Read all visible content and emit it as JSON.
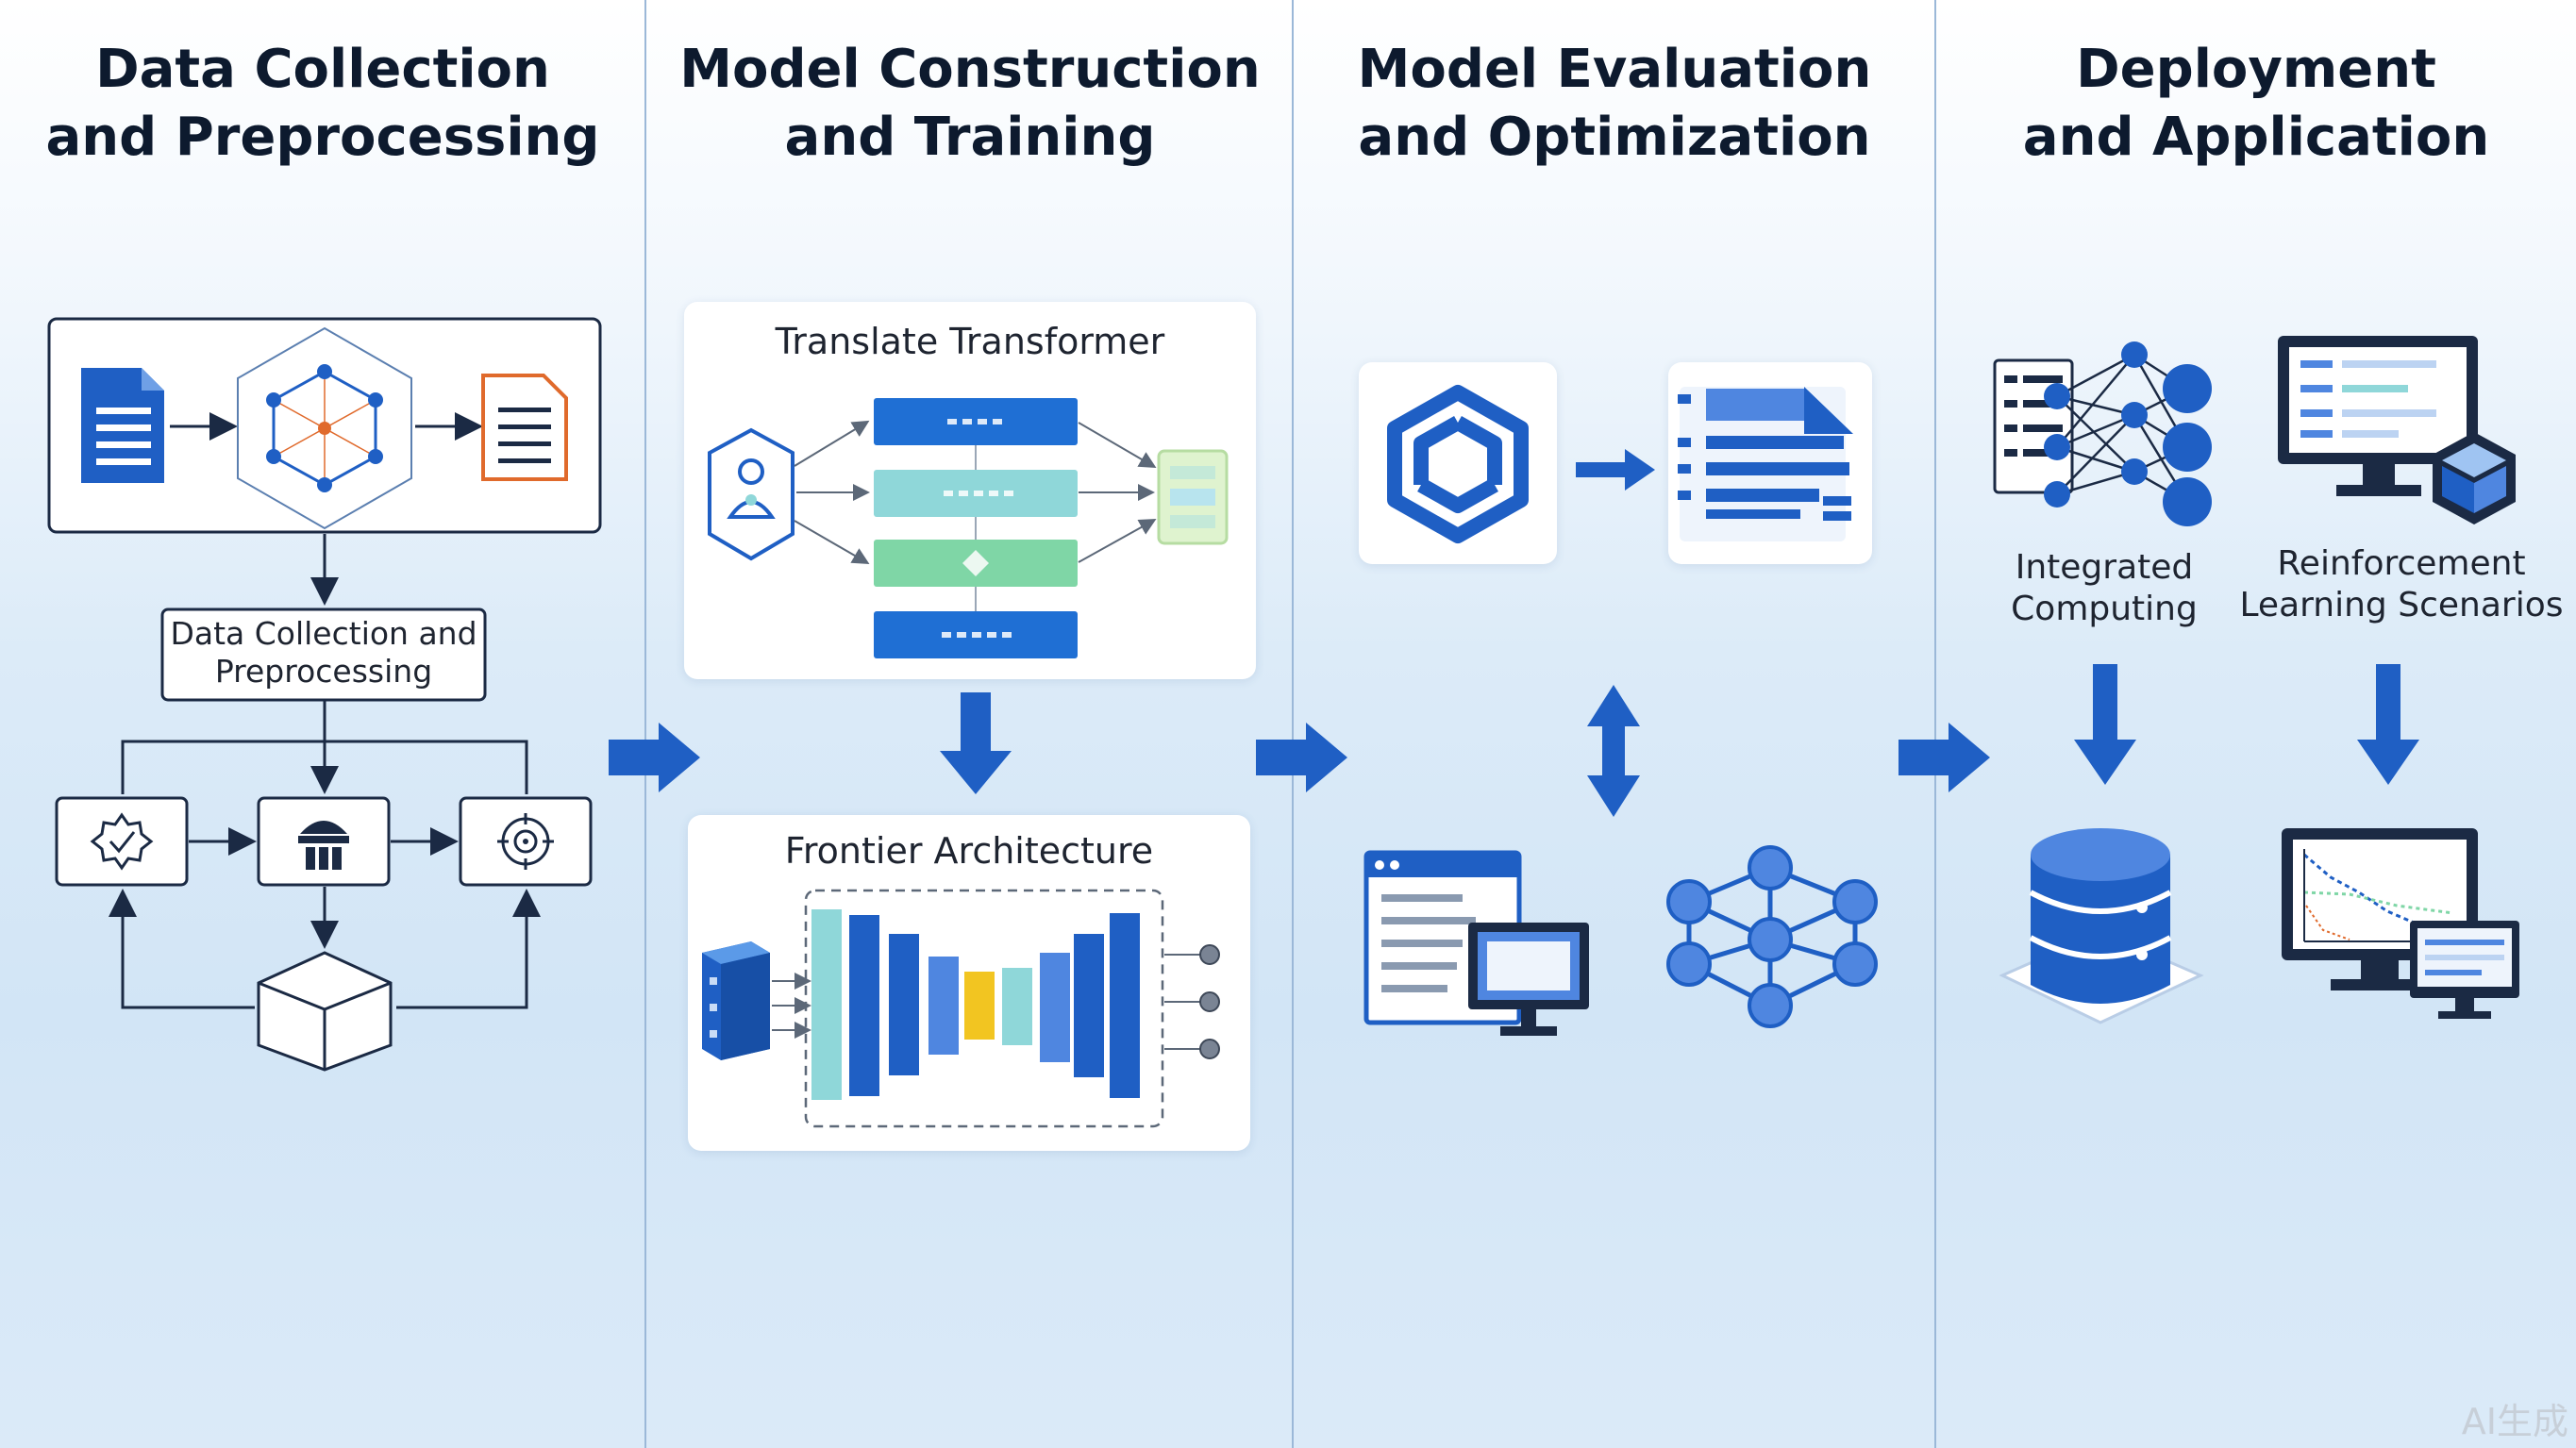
{
  "stages": [
    {
      "title_line1": "Data Collection",
      "title_line2": "and Preprocessing"
    },
    {
      "title_line1": "Model Construction",
      "title_line2": "and Training"
    },
    {
      "title_line1": "Model Evaluation",
      "title_line2": "and Optimization"
    },
    {
      "title_line1": "Deployment",
      "title_line2": "and Application"
    }
  ],
  "data_stage": {
    "process_label_line1": "Data Collection and",
    "process_label_line2": "Preprocessing"
  },
  "model_stage": {
    "transformer_label": "Translate Transformer",
    "frontier_label": "Frontier Architecture"
  },
  "deploy_stage": {
    "integrated_line1": "Integrated",
    "integrated_line2": "Computing",
    "reinforcement_line1": "Reinforcement",
    "reinforcement_line2": "Learning Scenarios"
  },
  "watermark": "AI生成",
  "colors": {
    "primary_blue": "#1f5fc4",
    "dark_navy": "#1b2a44",
    "accent_orange": "#e06a2c",
    "teal": "#8fd7d9",
    "green": "#7fd6a6",
    "yellow": "#f2c521"
  }
}
